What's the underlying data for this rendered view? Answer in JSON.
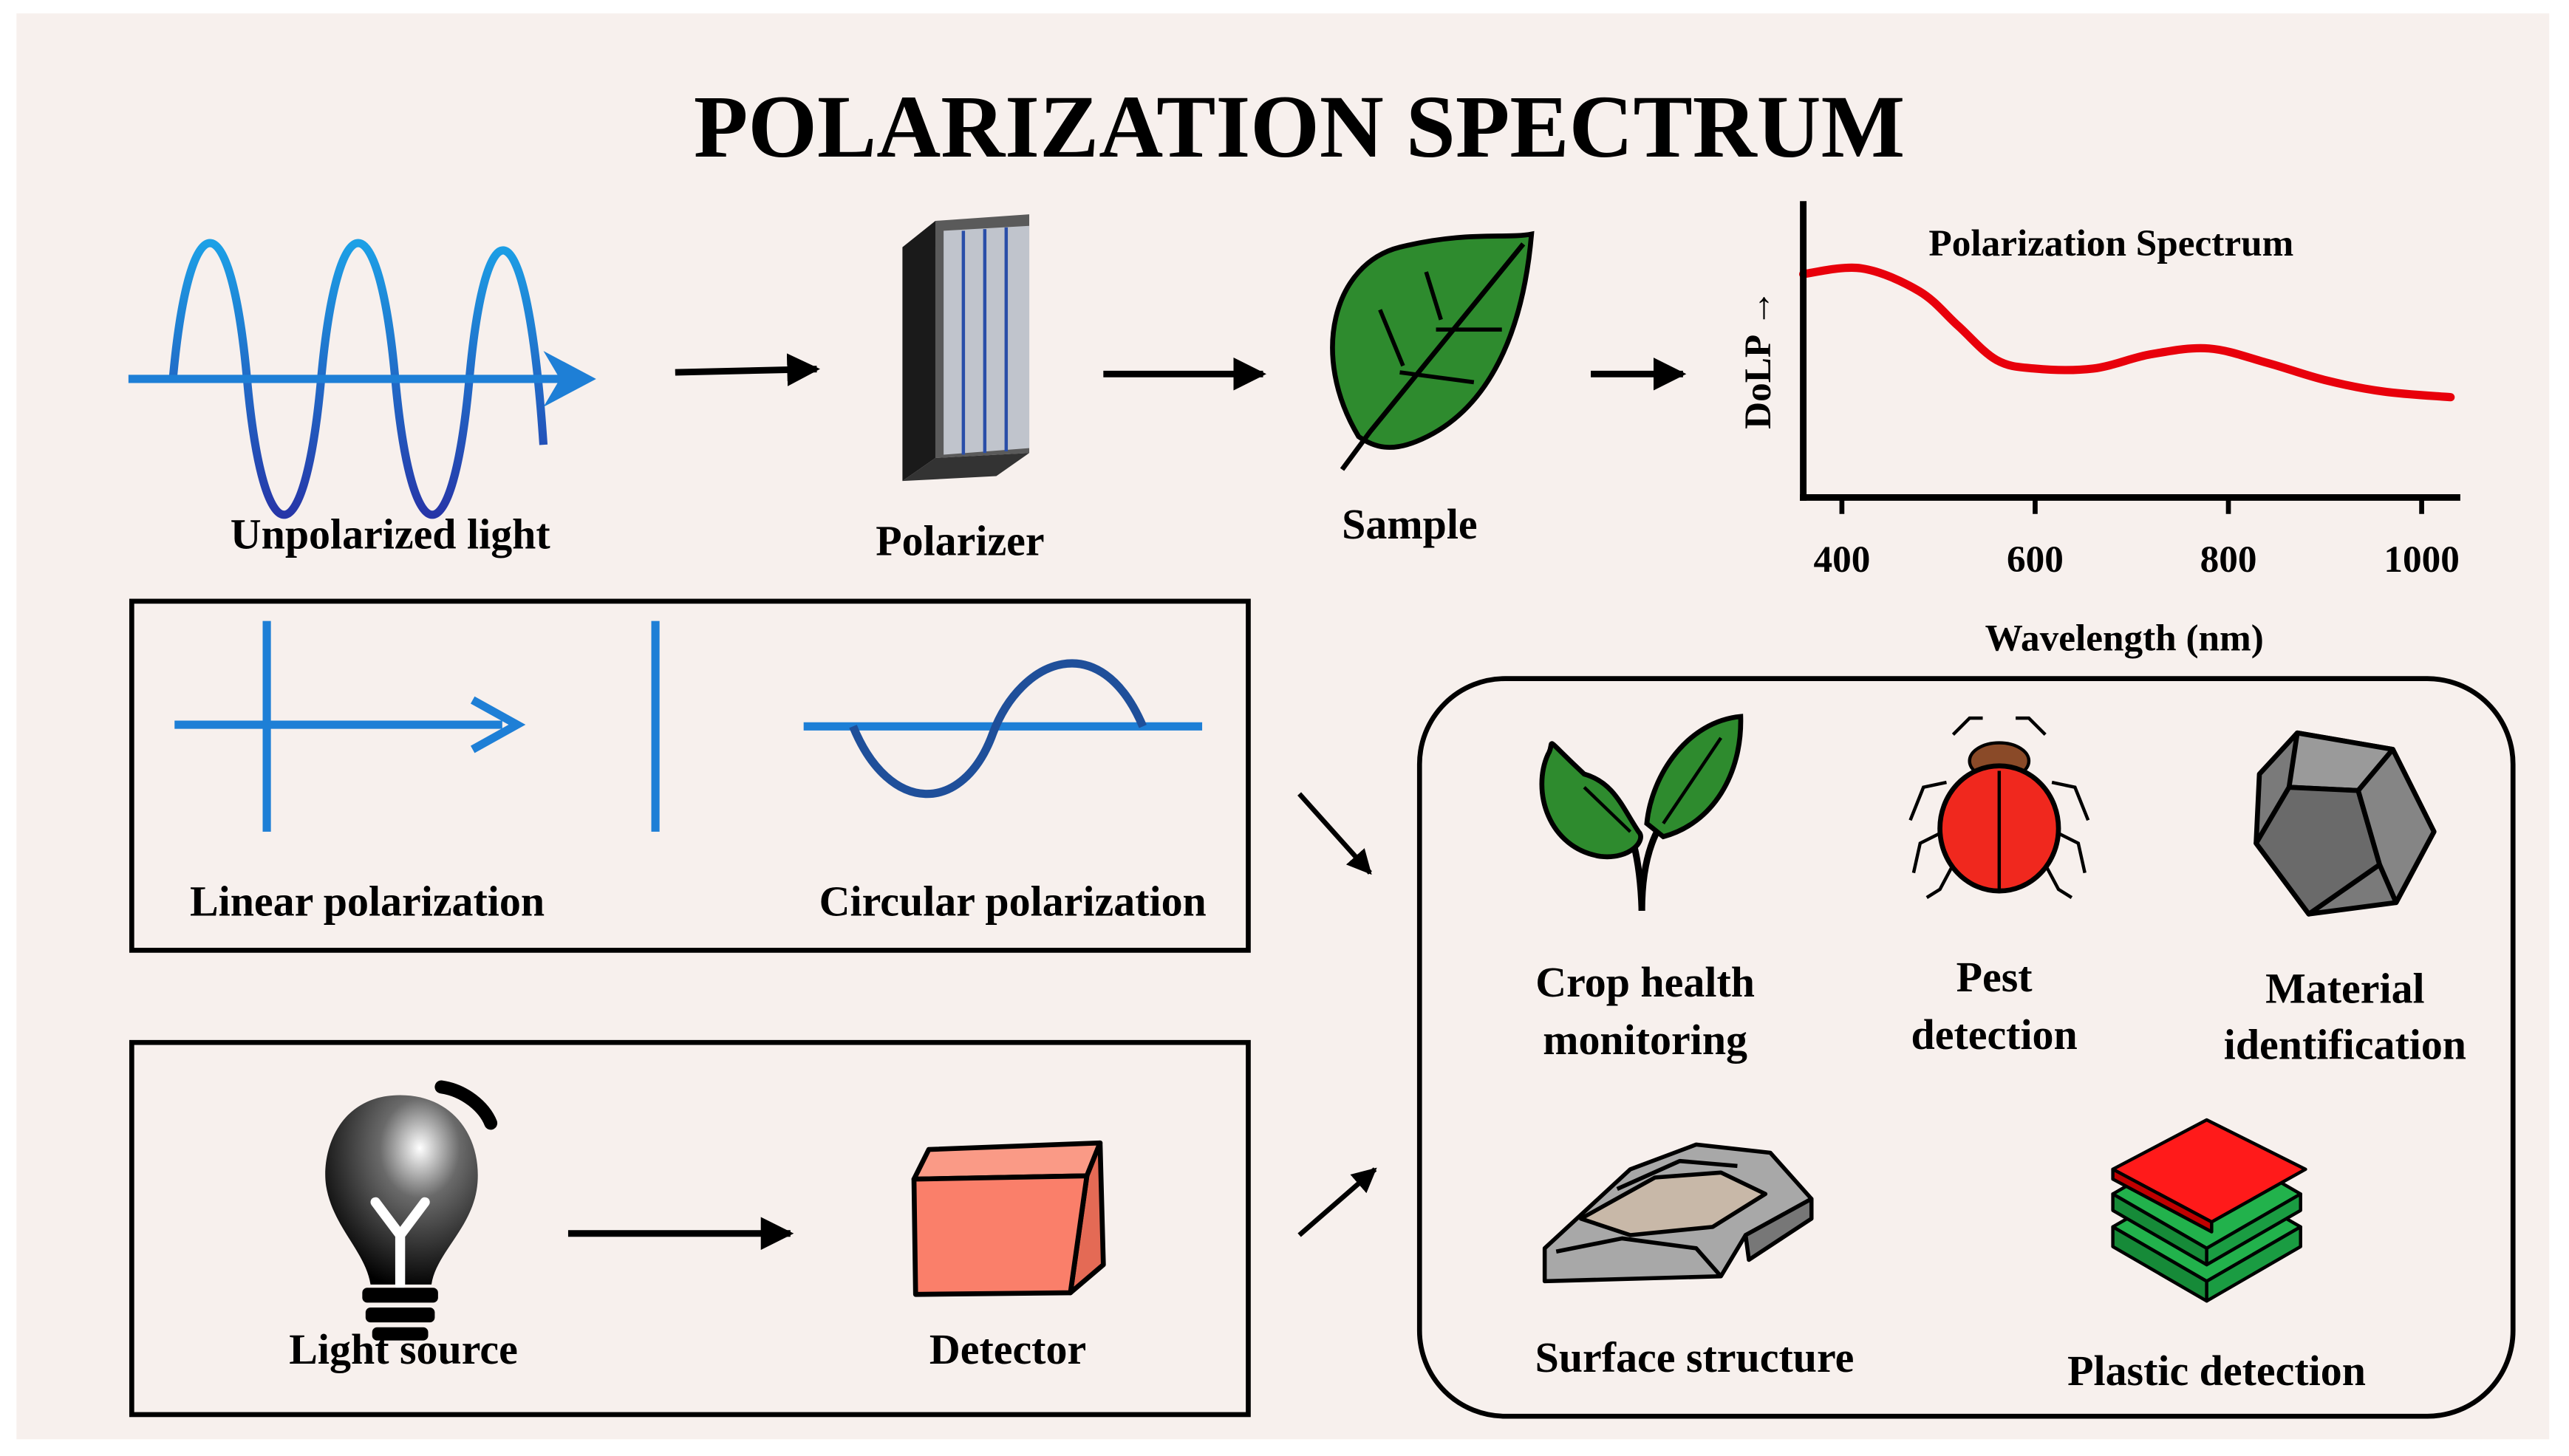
{
  "title": "POLARIZATION  SPECTRUM",
  "pipeline": {
    "unpolarized": "Unpolarized light",
    "polarizer": "Polarizer",
    "sample": "Sample"
  },
  "chart_data": {
    "type": "line",
    "title": "Polarization Spectrum",
    "xlabel": "Wavelength (nm)",
    "ylabel": "DoLP →",
    "x_ticks": [
      400,
      600,
      800,
      1000
    ],
    "xlim": [
      360,
      1040
    ],
    "ylim": [
      0,
      1
    ],
    "grid": false,
    "series": [
      {
        "color": "#e8000b",
        "x": [
          360,
          420,
          480,
          520,
          560,
          600,
          660,
          720,
          780,
          840,
          900,
          960,
          1030
        ],
        "y": [
          0.78,
          0.8,
          0.72,
          0.6,
          0.48,
          0.45,
          0.45,
          0.5,
          0.52,
          0.47,
          0.41,
          0.37,
          0.35
        ]
      }
    ]
  },
  "polarization_types": {
    "linear": "Linear polarization",
    "circular": "Circular polarization"
  },
  "setup": {
    "source": "Light source",
    "detector": "Detector"
  },
  "applications": {
    "crop_line1": "Crop health",
    "crop_line2": "monitoring",
    "pest_line1": "Pest",
    "pest_line2": "detection",
    "material_line1": "Material",
    "material_line2": "identification",
    "surface": "Surface structure",
    "plastic": "Plastic detection"
  },
  "colors": {
    "background": "#f7f0ed",
    "wave_blue": "#1e7fd6",
    "leaf_green": "#2e8b2e",
    "curve_red": "#e8000b",
    "detector_salmon": "#fa7f6a",
    "pest_red": "#f0281e",
    "plastic_red": "#ff1a1a",
    "plastic_green": "#22b24c"
  }
}
